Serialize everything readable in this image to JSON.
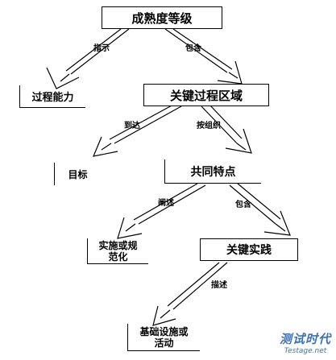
{
  "nodes": {
    "maturity_level": "成熟度等级",
    "process_capability": "过程能力",
    "key_process_area": "关键过程区域",
    "goals": "目标",
    "common_features": "共同特点",
    "implementation_institutionalization": "实施或规范化",
    "key_practices": "关键实践",
    "infrastructure_activities": "基础设施或活动"
  },
  "edges": {
    "indicates": "指示",
    "contains_1": "包含",
    "achieves": "到达",
    "organized_by": "按组织",
    "addresses": "阐述",
    "contains_2": "包含",
    "describes": "描述"
  },
  "watermark": {
    "brand": "测试时代",
    "site": "Testage.net"
  }
}
